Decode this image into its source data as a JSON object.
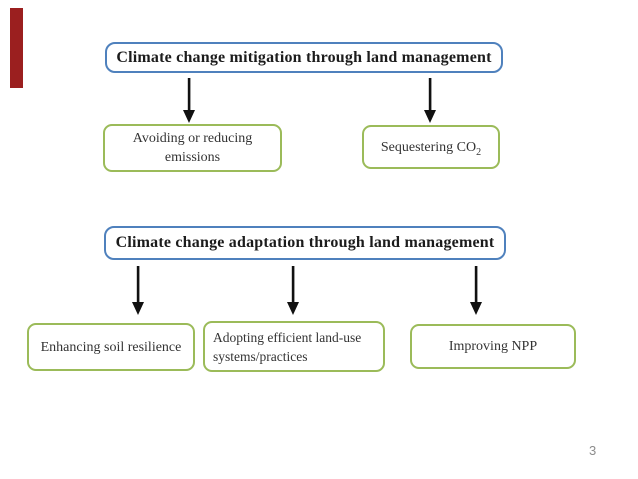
{
  "slide": {
    "page_number": "3",
    "background_color": "#ffffff",
    "accent_bar_color": "#9b1f1f",
    "header_border_color": "#4f81bd",
    "item_border_color": "#9bbb59",
    "arrow_color": "#111111",
    "page_number_color": "#8c8c8c"
  },
  "mitigation": {
    "header": "Climate change mitigation through land management",
    "avoiding": {
      "line1": "Avoiding or reducing",
      "line2": "emissions"
    },
    "sequestering": {
      "main": "Sequestering CO",
      "sub": "2"
    }
  },
  "adaptation": {
    "header": "Climate change adaptation through land management",
    "enhancing": {
      "line1": "Enhancing soil resilience"
    },
    "adopting": {
      "line1": "Adopting efficient land-use",
      "line2": "systems/practices"
    },
    "improving": {
      "line1": "Improving NPP"
    }
  },
  "icons": {
    "arrow": "down-arrow"
  }
}
